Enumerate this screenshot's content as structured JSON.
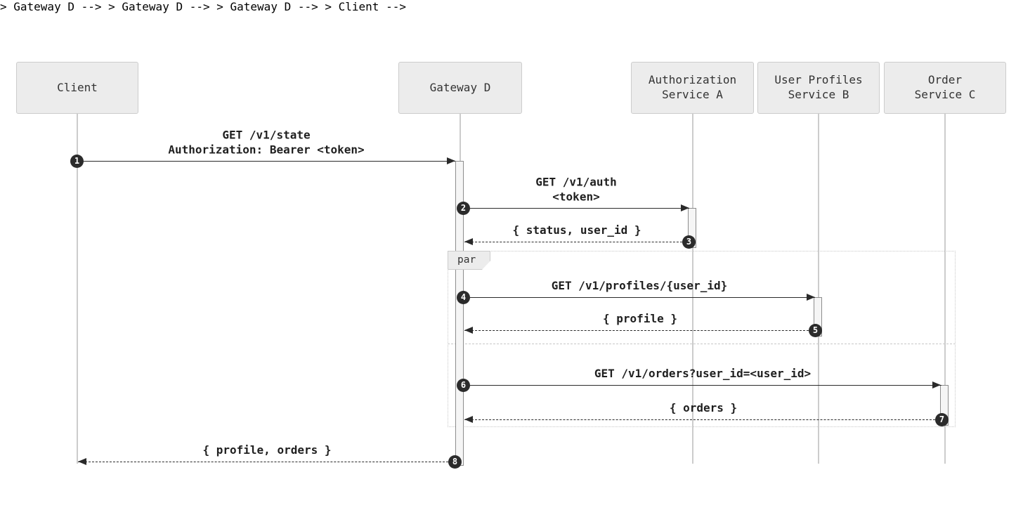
{
  "diagram_type": "sequence-diagram",
  "participants": [
    {
      "name": "client",
      "label": "Client"
    },
    {
      "name": "gateway",
      "label": "Gateway D"
    },
    {
      "name": "auth",
      "label": "Authorization\nService A"
    },
    {
      "name": "profiles",
      "label": "User Profiles\nService B"
    },
    {
      "name": "orders",
      "label": "Order\nService C"
    }
  ],
  "fragment": {
    "operator": "par"
  },
  "messages": [
    {
      "seq": "1",
      "from": "Client",
      "to": "Gateway D",
      "line": "solid",
      "label": "GET /v1/state\nAuthorization: Bearer <token>"
    },
    {
      "seq": "2",
      "from": "Gateway D",
      "to": "Authorization Service A",
      "line": "solid",
      "label": "GET /v1/auth\n<token>"
    },
    {
      "seq": "3",
      "from": "Authorization Service A",
      "to": "Gateway D",
      "line": "dashed",
      "label": "{ status, user_id }"
    },
    {
      "seq": "4",
      "from": "Gateway D",
      "to": "User Profiles Service B",
      "line": "solid",
      "label": "GET /v1/profiles/{user_id}"
    },
    {
      "seq": "5",
      "from": "User Profiles Service B",
      "to": "Gateway D",
      "line": "dashed",
      "label": "{ profile }"
    },
    {
      "seq": "6",
      "from": "Gateway D",
      "to": "Order Service C",
      "line": "solid",
      "label": "GET /v1/orders?user_id=<user_id>"
    },
    {
      "seq": "7",
      "from": "Order Service C",
      "to": "Gateway D",
      "line": "dashed",
      "label": "{ orders }"
    },
    {
      "seq": "8",
      "from": "Gateway D",
      "to": "Client",
      "line": "dashed",
      "label": "{ profile, orders }"
    }
  ],
  "colors": {
    "background": "#ffffff",
    "participant_fill": "#ececec",
    "participant_border": "#cccccc",
    "participant_text": "#333333",
    "lifeline": "#cccccc",
    "activation_fill": "#f5f5f5",
    "activation_border": "#8c8c8c",
    "message_text": "#1f1f1f",
    "message_line": "#2a2a2a",
    "seq_badge_fill": "#2b2b2b",
    "seq_badge_text": "#ffffff",
    "fragment_border": "#c8c8c8",
    "fragment_label_fill": "#ececec"
  }
}
